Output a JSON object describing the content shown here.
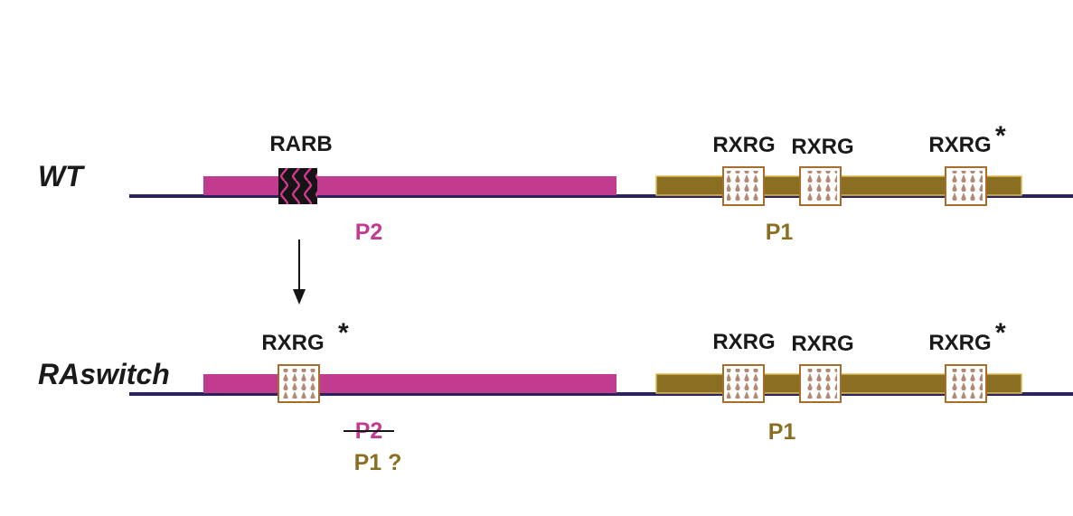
{
  "colors": {
    "dna_line": "#2a2360",
    "p2_region": "#c13c8f",
    "p1_region": "#8a6f23",
    "p1_border": "#e0ba55",
    "rxrg_box_border": "#a86d2a",
    "rxrg_drop": "#b28a74",
    "rarb_box": "#151515",
    "rarb_wave": "#d8378f",
    "text": "#1a1a1a"
  },
  "wt": {
    "label": "WT",
    "rarb_label": "RARB",
    "rxrg_labels": [
      "RXRG",
      "RXRG",
      "RXRG"
    ],
    "rxrg_star": "*",
    "p2_label": "P2",
    "p1_label": "P1"
  },
  "raswitch": {
    "label": "RAswitch",
    "rxrg_switched_label": "RXRG",
    "rxrg_switched_star": "*",
    "rxrg_labels": [
      "RXRG",
      "RXRG",
      "RXRG"
    ],
    "rxrg_star": "*",
    "p2_struck_label": "P2",
    "p1_question_label": "P1 ?",
    "p1_label": "P1"
  },
  "icons": {
    "arrow": "down-arrow-icon",
    "rxrg_element": "rxrg-response-element-icon",
    "rarb_element": "rarb-response-element-icon"
  }
}
